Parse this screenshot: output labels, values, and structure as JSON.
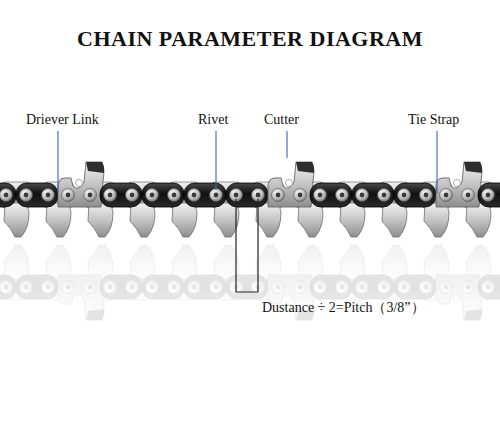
{
  "diagram": {
    "title": "CHAIN PARAMETER DIAGRAM",
    "labels": [
      "Driever Link",
      "Rivet",
      "Cutter",
      "Tie Strap",
      "Dustance ÷ 2=Pitch（3/8”）"
    ]
  }
}
